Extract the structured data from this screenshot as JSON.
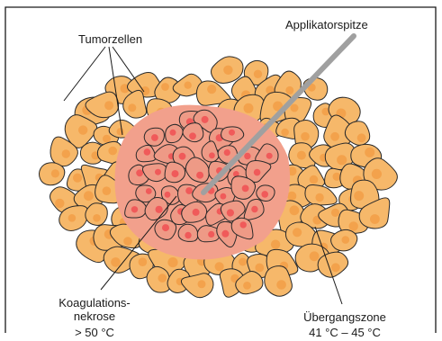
{
  "labels": {
    "tumor_cells": "Tumorzellen",
    "applicator_tip": "Applikatorspitze",
    "coagulation_line1": "Koagulations-",
    "coagulation_line2": "nekrose",
    "coagulation_temp": "> 50 °C",
    "transition_zone": "Übergangszone",
    "transition_temp": "41 °C – 45 °C"
  },
  "colors": {
    "tumor_cell_fill": "#f6b86a",
    "tumor_cell_nucleus": "#f3a24c",
    "necrosis_fill": "#ee9a86",
    "necrosis_nucleus": "#f05a5a",
    "necrosis_zone": "#f2a08c",
    "outline": "#2a2a2a",
    "applicator": "#9a9a9a",
    "frame": "#1a1a1a"
  }
}
